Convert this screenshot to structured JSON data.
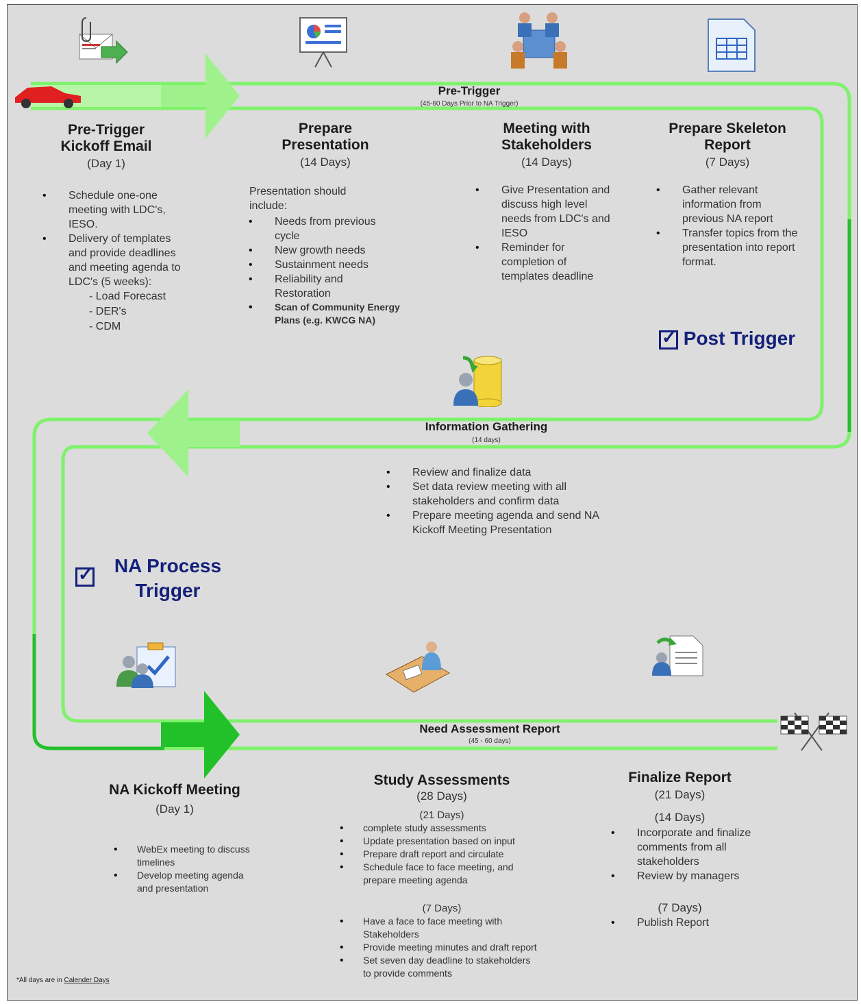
{
  "loop_top": {
    "label": "Pre-Trigger",
    "sub": "(45-60 Days Prior to NA Trigger)"
  },
  "loop_middle": {
    "label": "Information Gathering",
    "sub": "(14 days)"
  },
  "loop_bottom": {
    "label": "Need Assessment Report",
    "sub": "(45 - 60 days)"
  },
  "step1": {
    "title_line1": "Pre-Trigger",
    "title_line2": "Kickoff Email",
    "duration": "(Day 1)",
    "bullets": [
      "Schedule one-one meeting with LDC's, IESO.",
      "Delivery of templates and provide deadlines and meeting agenda to LDC's (5 weeks):"
    ],
    "sub_items": [
      "- Load Forecast",
      "- DER's",
      "- CDM"
    ]
  },
  "step2": {
    "title_line1": "Prepare",
    "title_line2": "Presentation",
    "duration": "(14 Days)",
    "intro": "Presentation should include:",
    "bullets": [
      "Needs from previous cycle",
      "New growth needs",
      "Sustainment needs",
      "Reliability and Restoration"
    ],
    "bold_bullet": "Scan of Community Energy Plans (e.g. KWCG NA)"
  },
  "step3": {
    "title_line1": "Meeting with",
    "title_line2": "Stakeholders",
    "duration": "(14 Days)",
    "bullets": [
      "Give Presentation and discuss high level needs from LDC's and IESO",
      "Reminder for completion of templates deadline"
    ]
  },
  "step4": {
    "title_line1": "Prepare Skeleton",
    "title_line2": "Report",
    "duration": "(7 Days)",
    "bullets": [
      "Gather relevant information from previous NA report",
      "Transfer topics from the presentation into report format."
    ]
  },
  "post_trigger": "Post Trigger",
  "info_gathering": {
    "bullets": [
      "Review and finalize data",
      "Set data review meeting with all stakeholders and confirm data",
      "Prepare meeting agenda and send NA Kickoff Meeting Presentation"
    ]
  },
  "na_trigger": {
    "line1": "NA Process",
    "line2": "Trigger"
  },
  "step5": {
    "title": "NA Kickoff Meeting",
    "duration": "(Day 1)",
    "bullets": [
      "WebEx meeting to discuss timelines",
      "Develop meeting agenda and presentation"
    ]
  },
  "step6": {
    "title": "Study Assessments",
    "duration": "(28 Days)",
    "part1_duration": "(21 Days)",
    "part1_bullets": [
      "complete study assessments",
      "Update presentation based on input",
      "Prepare draft report and circulate",
      "Schedule face to face meeting, and prepare meeting agenda"
    ],
    "part2_duration": "(7 Days)",
    "part2_bullets": [
      "Have a face to face meeting with Stakeholders",
      "Provide meeting minutes and draft report",
      "Set seven day deadline to stakeholders to provide comments"
    ]
  },
  "step7": {
    "title": "Finalize Report",
    "duration": "(21 Days)",
    "part1_duration": "(14 Days)",
    "part1_bullets": [
      "Incorporate and finalize comments from all stakeholders",
      "Review by managers"
    ],
    "part2_duration": "(7 Days)",
    "part2_bullets": [
      "Publish Report"
    ]
  },
  "footnote": {
    "prefix": "*All days are in ",
    "link": "Calender Days"
  },
  "colors": {
    "track_light": "#7ef26b",
    "track_dark": "#22c12a",
    "arrow_pale": "#b8f5a8",
    "trigger_text": "#14207a"
  }
}
